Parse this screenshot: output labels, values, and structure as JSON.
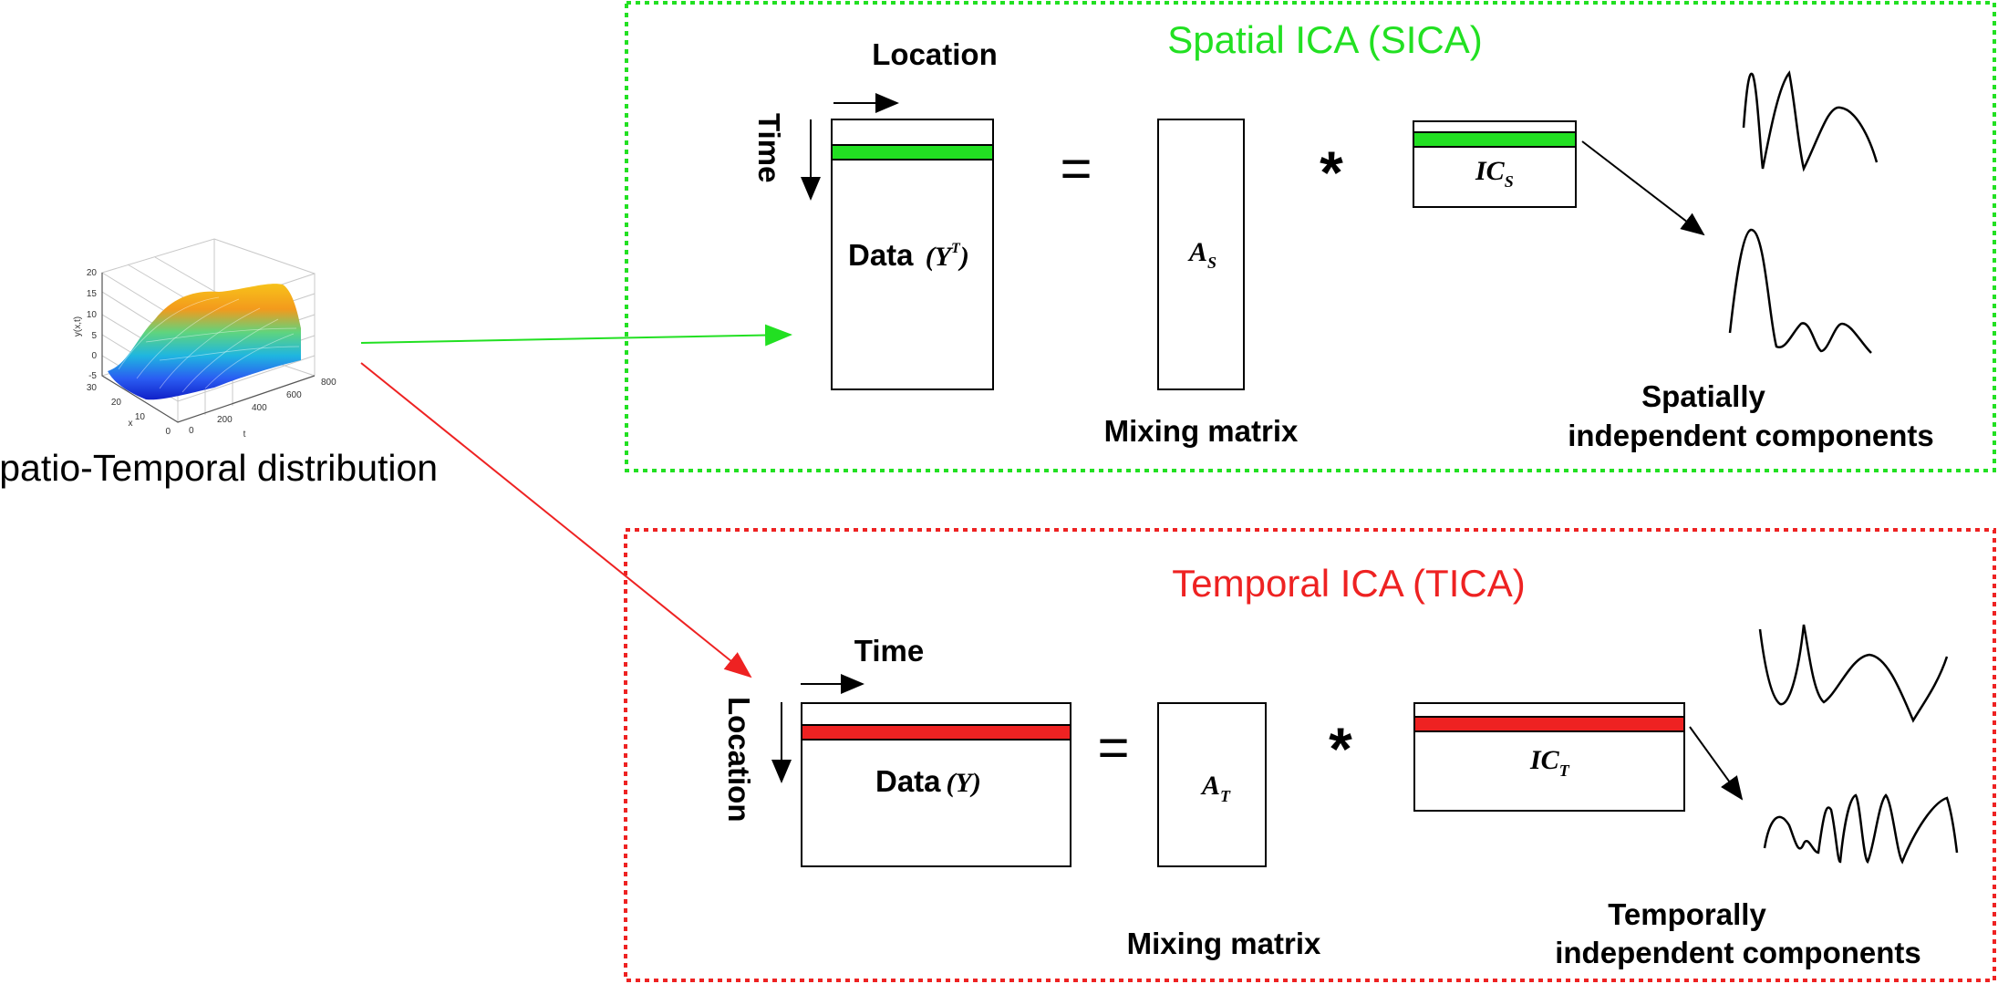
{
  "source": {
    "caption": "Spatio-Temporal distribution",
    "plot": {
      "y_ticks": [
        "20",
        "15",
        "10",
        "5",
        "0",
        "-5"
      ],
      "y_label": "y(x,t)",
      "x_ticks": [
        "30",
        "20",
        "10",
        "0"
      ],
      "x_label": "x",
      "t_ticks": [
        "0",
        "200",
        "400",
        "600",
        "800"
      ],
      "t_label": "t"
    }
  },
  "sica": {
    "title": "Spatial ICA (SICA)",
    "color": "#22e022",
    "horizontal_axis_label": "Location",
    "vertical_axis_label": "Time",
    "data_label": "Data",
    "data_symbol": "(Y",
    "data_symbol_sup": "T",
    "data_symbol_close": ")",
    "equals": "=",
    "mixing_symbol": "A",
    "mixing_symbol_sub": "S",
    "mixing_label": "Mixing matrix",
    "times": "*",
    "ic_symbol": "IC",
    "ic_symbol_sub": "S",
    "components_label_line1": "Spatially",
    "components_label_line2": "independent components"
  },
  "tica": {
    "title": "Temporal ICA (TICA)",
    "color": "#ee2222",
    "horizontal_axis_label": "Time",
    "vertical_axis_label": "Location",
    "data_label": "Data",
    "data_symbol": "(Y)",
    "equals": "=",
    "mixing_symbol": "A",
    "mixing_symbol_sub": "T",
    "mixing_label": "Mixing matrix",
    "times": "*",
    "ic_symbol": "IC",
    "ic_symbol_sub": "T",
    "components_label_line1": "Temporally",
    "components_label_line2": "independent components"
  }
}
